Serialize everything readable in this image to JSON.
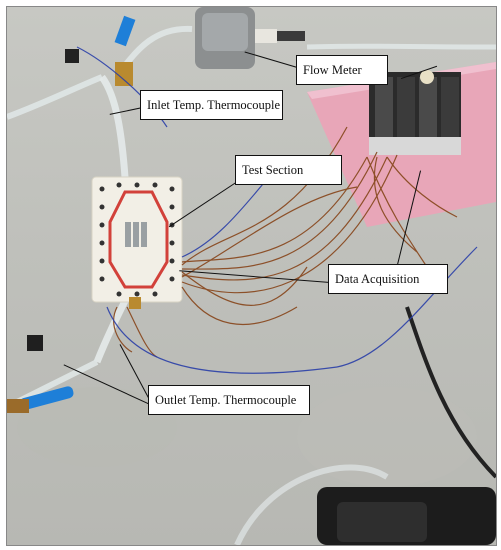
{
  "annotations": {
    "flow_meter": "Flow Meter",
    "inlet_thermocouple": "Inlet Temp. Thermocouple",
    "test_section": "Test Section",
    "data_acquisition": "Data Acquisition",
    "outlet_thermocouple": "Outlet Temp. Thermocouple"
  },
  "colors": {
    "table_surface": "#c2c3be",
    "foam_board": "#e8a6b8",
    "test_section_block": "#f2efe6",
    "oring": "#d2413a",
    "valve_handle": "#1e7fd8",
    "wire_copper": "#8a4b22",
    "wire_blue": "#2a3fa8"
  }
}
